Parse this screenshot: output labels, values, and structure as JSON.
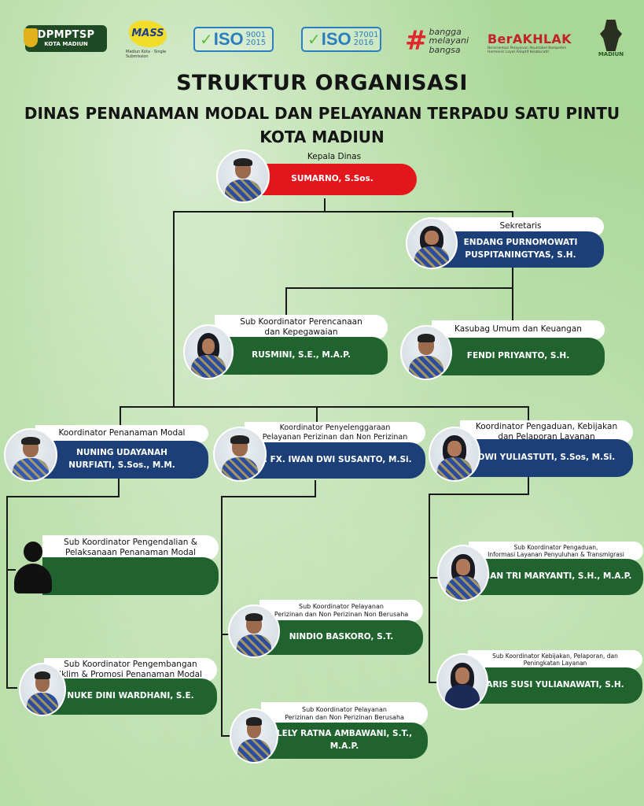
{
  "logos": {
    "dpmptsp": "DPMPTSP",
    "dpmptsp_sub": "KOTA MADIUN",
    "mass": "MASS",
    "mass_tagline": "Madiun Kota · Single Submission",
    "iso1_code": "ISO",
    "iso1_num": "9001\n2015",
    "iso2_code": "ISO",
    "iso2_num": "37001\n2016",
    "bangga_lines": "bangga\nmelayani\nbangsa",
    "berakhlak": "BerAKHLAK",
    "berakhlak_sub": "Berorientasi Pelayanan Akuntabel Kompeten Harmonis Loyal Adaptif Kolaboratif",
    "madiun": "MADIUN"
  },
  "title": {
    "line1": "STRUKTUR ORGANISASI",
    "line2": "DINAS PENANAMAN MODAL DAN PELAYANAN TERPADU SATU PINTU",
    "line3": "KOTA MADIUN"
  },
  "nodes": {
    "kepala": {
      "role": "Kepala Dinas",
      "name": "SUMARNO, S.Sos."
    },
    "sekretaris": {
      "role": "Sekretaris",
      "name": "ENDANG PURNOMOWATI\nPUSPITANINGTYAS, S.H."
    },
    "perencanaan": {
      "role": "Sub Koordinator Perencanaan\ndan Kepegawaian",
      "name": "RUSMINI, S.E., M.A.P."
    },
    "kasubag": {
      "role": "Kasubag Umum dan Keuangan",
      "name": "FENDI PRIYANTO, S.H."
    },
    "penanaman": {
      "role": "Koordinator Penanaman Modal",
      "name": "NUNING UDAYANAH\nNURFIATI, S.Sos., M.M."
    },
    "penyelenggaraan": {
      "role": "Koordinator Penyelenggaraan\nPelayanan Perizinan dan Non Perizinan",
      "name": "Ir. FX. IWAN DWI SUSANTO, M.Si."
    },
    "pengaduan": {
      "role": "Koordinator Pengaduan, Kebijakan\ndan Pelaporan Layanan",
      "name": "DWI YULIASTUTI, S.Sos, M.Si."
    },
    "pengendalian": {
      "role": "Sub Koordinator Pengendalian &\nPelaksanaan Penanaman Modal",
      "name": ""
    },
    "pengembangan": {
      "role": "Sub Koordinator Pengembangan\nIklim & Promosi Penanaman Modal",
      "name": "NUKE DINI WARDHANI, S.E."
    },
    "nonberusaha": {
      "role": "Sub Koordinator Pelayanan\nPerizinan dan Non Perizinan Non Berusaha",
      "name": "NINDIO BASKORO, S.T."
    },
    "berusaha": {
      "role": "Sub Koordinator Pelayanan\nPerizinan dan Non Perizinan Berusaha",
      "name": "LELY RATNA AMBAWANI, S.T., M.A.P."
    },
    "informasi": {
      "role": "Sub Koordinator Pengaduan,\nInformasi Layanan Penyuluhan & Transmigrasi",
      "name": "DIAN TRI MARYANTI, S.H., M.A.P."
    },
    "kebijakan": {
      "role": "Sub Koordinator Kebijakan, Pelaporan, dan\nPeningkatan Layanan",
      "name": "ARIS SUSI YULIANAWATI, S.H."
    }
  }
}
